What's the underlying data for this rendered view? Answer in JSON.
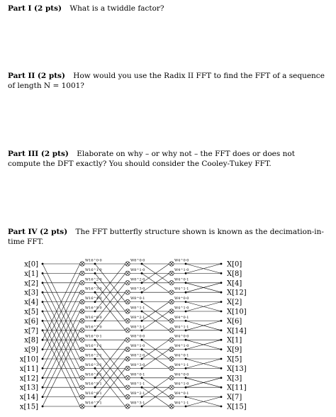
{
  "parts": [
    {
      "heading": "Part I (2 pts)",
      "text": "What is a twiddle factor?"
    },
    {
      "heading": "Part II (2 pts)",
      "text": "How would you use the Radix II FFT to find the FFT of a sequence of length N = 1001?"
    },
    {
      "heading": "Part III (2 pts)",
      "text": "Elaborate on why – or why not – the FFT does or does not compute the DFT exactly? You should consider the Cooley-Tukey FFT."
    },
    {
      "heading": "Part IV (2 pts)",
      "text": "The FFT butterfly structure shown is known as the decimation-in-time FFT."
    }
  ],
  "figure": {
    "inputs": [
      "x[0]",
      "x[1]",
      "x[2]",
      "x[3]",
      "x[4]",
      "x[5]",
      "x[6]",
      "x[7]",
      "x[8]",
      "x[9]",
      "x[10]",
      "x[11]",
      "x[12]",
      "x[13]",
      "x[14]",
      "x[15]"
    ],
    "outputs": [
      "X[0]",
      "X[8]",
      "X[4]",
      "X[12]",
      "X[2]",
      "X[10]",
      "X[6]",
      "X[14]",
      "X[1]",
      "X[9]",
      "X[5]",
      "X[13]",
      "X[3]",
      "X[11]",
      "X[7]",
      "X[15]"
    ],
    "stage1_twiddles": [
      "W16^0·0",
      "W16^1·0",
      "W16^2·0",
      "W16^3·0",
      "W16^4·0",
      "W16^5·0",
      "W16^6·0",
      "W16^7·0",
      "W16^0·1",
      "W16^1·1",
      "W16^2·1",
      "W16^3·1",
      "W16^4·1",
      "W16^5·1",
      "W16^6·1",
      "W16^7·1"
    ],
    "stage2_twiddles": [
      "W8^0·0",
      "W8^1·0",
      "W8^2·0",
      "W8^3·0",
      "W8^0·1",
      "W8^1·1",
      "W8^2·1",
      "W8^3·1",
      "W8^0·0",
      "W8^1·0",
      "W8^2·0",
      "W8^3·0",
      "W8^0·1",
      "W8^1·1",
      "W8^2·1",
      "W8^3·1"
    ],
    "stage3_twiddles": [
      "W4^0·0",
      "W4^1·0",
      "W4^0·1",
      "W4^1·1",
      "W4^0·0",
      "W4^1·0",
      "W4^0·1",
      "W4^1·1",
      "W4^0·0",
      "W4^1·0",
      "W4^0·1",
      "W4^1·1",
      "W4^0·0",
      "W4^1·0",
      "W4^0·1",
      "W4^1·1"
    ]
  }
}
